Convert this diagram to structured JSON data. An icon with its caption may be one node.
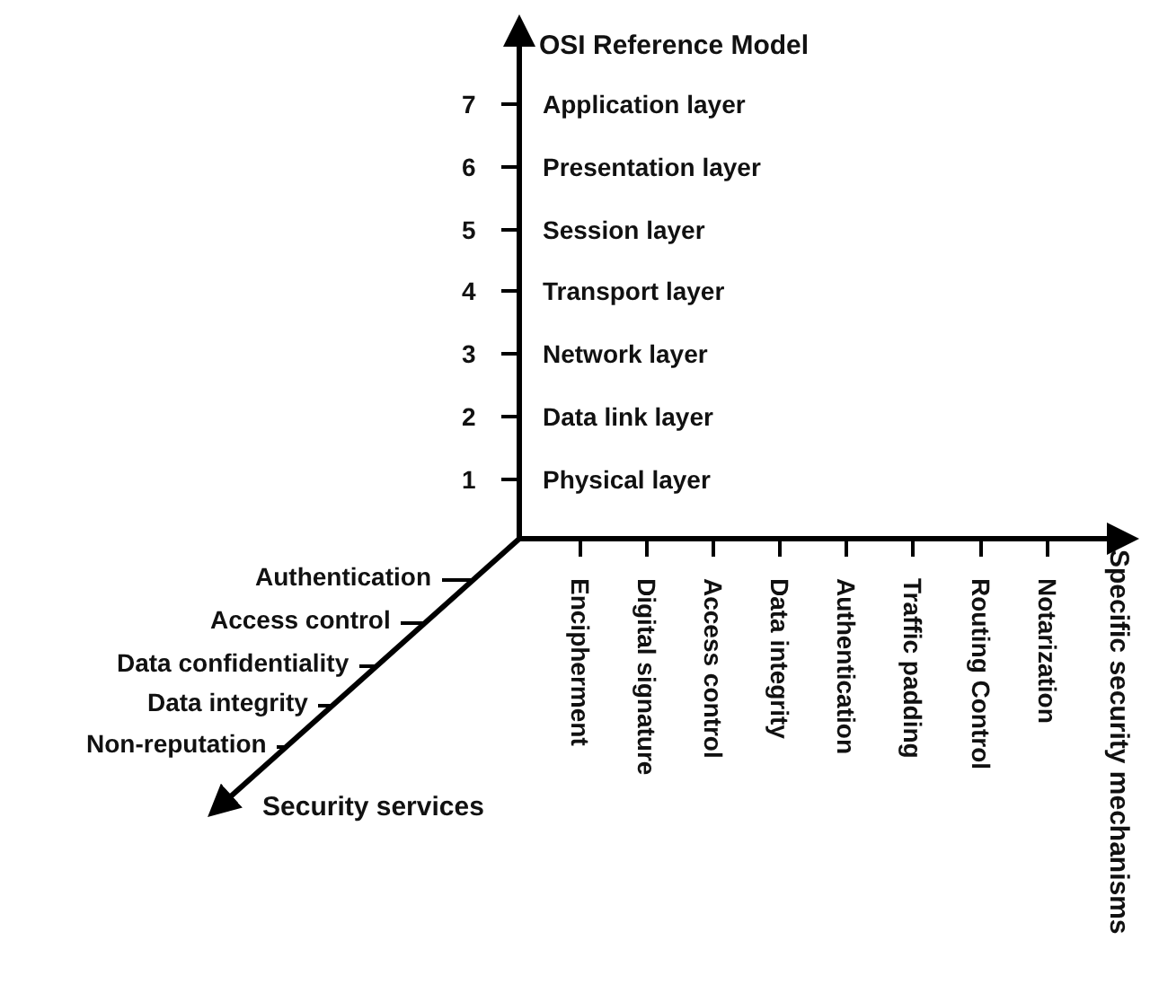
{
  "diagram": {
    "labels": [
      "OSI Reference Model",
      "7",
      "Application layer",
      "6",
      "Presentation layer",
      "5",
      "Session layer",
      "4",
      "Transport layer",
      "3",
      "Network layer",
      "2",
      "Data link layer",
      "1",
      "Physical  layer",
      "Authentication",
      "Access control",
      "Data confidentiality",
      "Data integrity",
      "Non-reputation",
      "Security services",
      "Encipherment",
      "Digital signature",
      "Access control",
      "Data integrity",
      "Authentication",
      "Traffic padding",
      "Routing Control",
      "Notarization",
      "Specific security mechanisms"
    ]
  }
}
